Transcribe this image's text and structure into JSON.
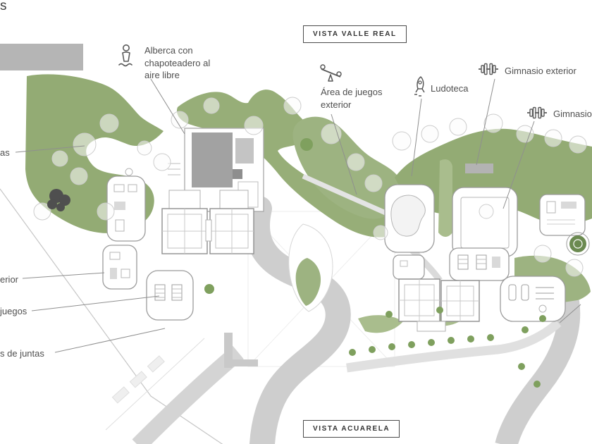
{
  "page": {
    "partial_heading": "s"
  },
  "view_labels": {
    "top": "VISTA VALLE REAL",
    "bottom": "VISTA ACUARELA"
  },
  "annotations": {
    "alberca": "Alberca con chapoteadero al aire libre",
    "area_juegos": "Área de juegos exterior",
    "ludoteca": "Ludoteca",
    "gimnasio_exterior": "Gimnasio exterior",
    "gimnasio": "Gimnasio",
    "left_partial_1": "as",
    "left_partial_2": "erior",
    "left_partial_3": "juegos",
    "left_partial_4": "s de juntas"
  },
  "icons": {
    "pool": "swimmer-icon",
    "playground": "seesaw-icon",
    "ludoteca": "rocket-icon",
    "gym_exterior": "dumbbell-icon",
    "gym": "dumbbell-icon"
  },
  "colors": {
    "green_dark": "#8fa871",
    "green_light": "#a9bd8d",
    "green_tree": "#7fa05e",
    "road": "#cecece",
    "path": "#e0e0e0",
    "building_stroke": "#9b9b9b",
    "roof_dark": "#a2a2a2",
    "label_text": "#4f4f4f",
    "box_border": "#4a4a4a",
    "legend_swatch": "#b5b5b5"
  }
}
